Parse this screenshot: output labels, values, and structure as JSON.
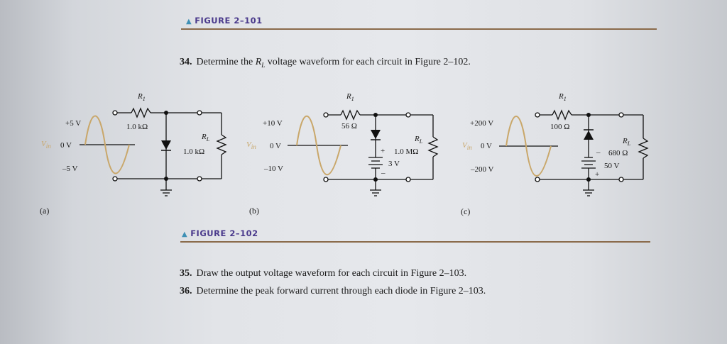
{
  "figure_101": {
    "label": "FIGURE 2–101"
  },
  "question_34": {
    "number": "34.",
    "text_before": "Determine the ",
    "var": "R",
    "var_sub": "L",
    "text_after": " voltage waveform for each circuit in Figure 2–102."
  },
  "circuits": [
    {
      "id": "a",
      "caption": "(a)",
      "vin_label": "V",
      "vin_sub": "in",
      "v_pos": "+5 V",
      "v_zero": "0 V",
      "v_neg": "–5 V",
      "r1_label": "R",
      "r1_sub": "1",
      "r1_value": "1.0 kΩ",
      "rl_label": "R",
      "rl_sub": "L",
      "rl_value": "1.0 kΩ"
    },
    {
      "id": "b",
      "caption": "(b)",
      "vin_label": "V",
      "vin_sub": "in",
      "v_pos": "+10 V",
      "v_zero": "0 V",
      "v_neg": "–10 V",
      "r1_label": "R",
      "r1_sub": "1",
      "r1_value": "56 Ω",
      "rl_label": "R",
      "rl_sub": "L",
      "rl_value": "1.0 MΩ",
      "battery_value": "3 V",
      "battery_plus": "+",
      "battery_minus": "–"
    },
    {
      "id": "c",
      "caption": "(c)",
      "vin_label": "V",
      "vin_sub": "in",
      "v_pos": "+200 V",
      "v_zero": "0 V",
      "v_neg": "–200 V",
      "r1_label": "R",
      "r1_sub": "1",
      "r1_value": "100 Ω",
      "rl_label": "R",
      "rl_sub": "L",
      "rl_value": "680 Ω",
      "battery_value": "50 V",
      "battery_plus": "+",
      "battery_minus": "–"
    }
  ],
  "figure_102": {
    "label": "FIGURE 2–102"
  },
  "question_35": {
    "number": "35.",
    "text": "Draw the output voltage waveform for each circuit in Figure 2–103."
  },
  "question_36": {
    "number": "36.",
    "text": "Determine the peak forward current through each diode in Figure 2–103."
  },
  "colors": {
    "figure_label": "#4a3a8c",
    "triangle": "#3f90b5",
    "rule": "#8a6a4a",
    "waveform": "#c9a76a"
  }
}
